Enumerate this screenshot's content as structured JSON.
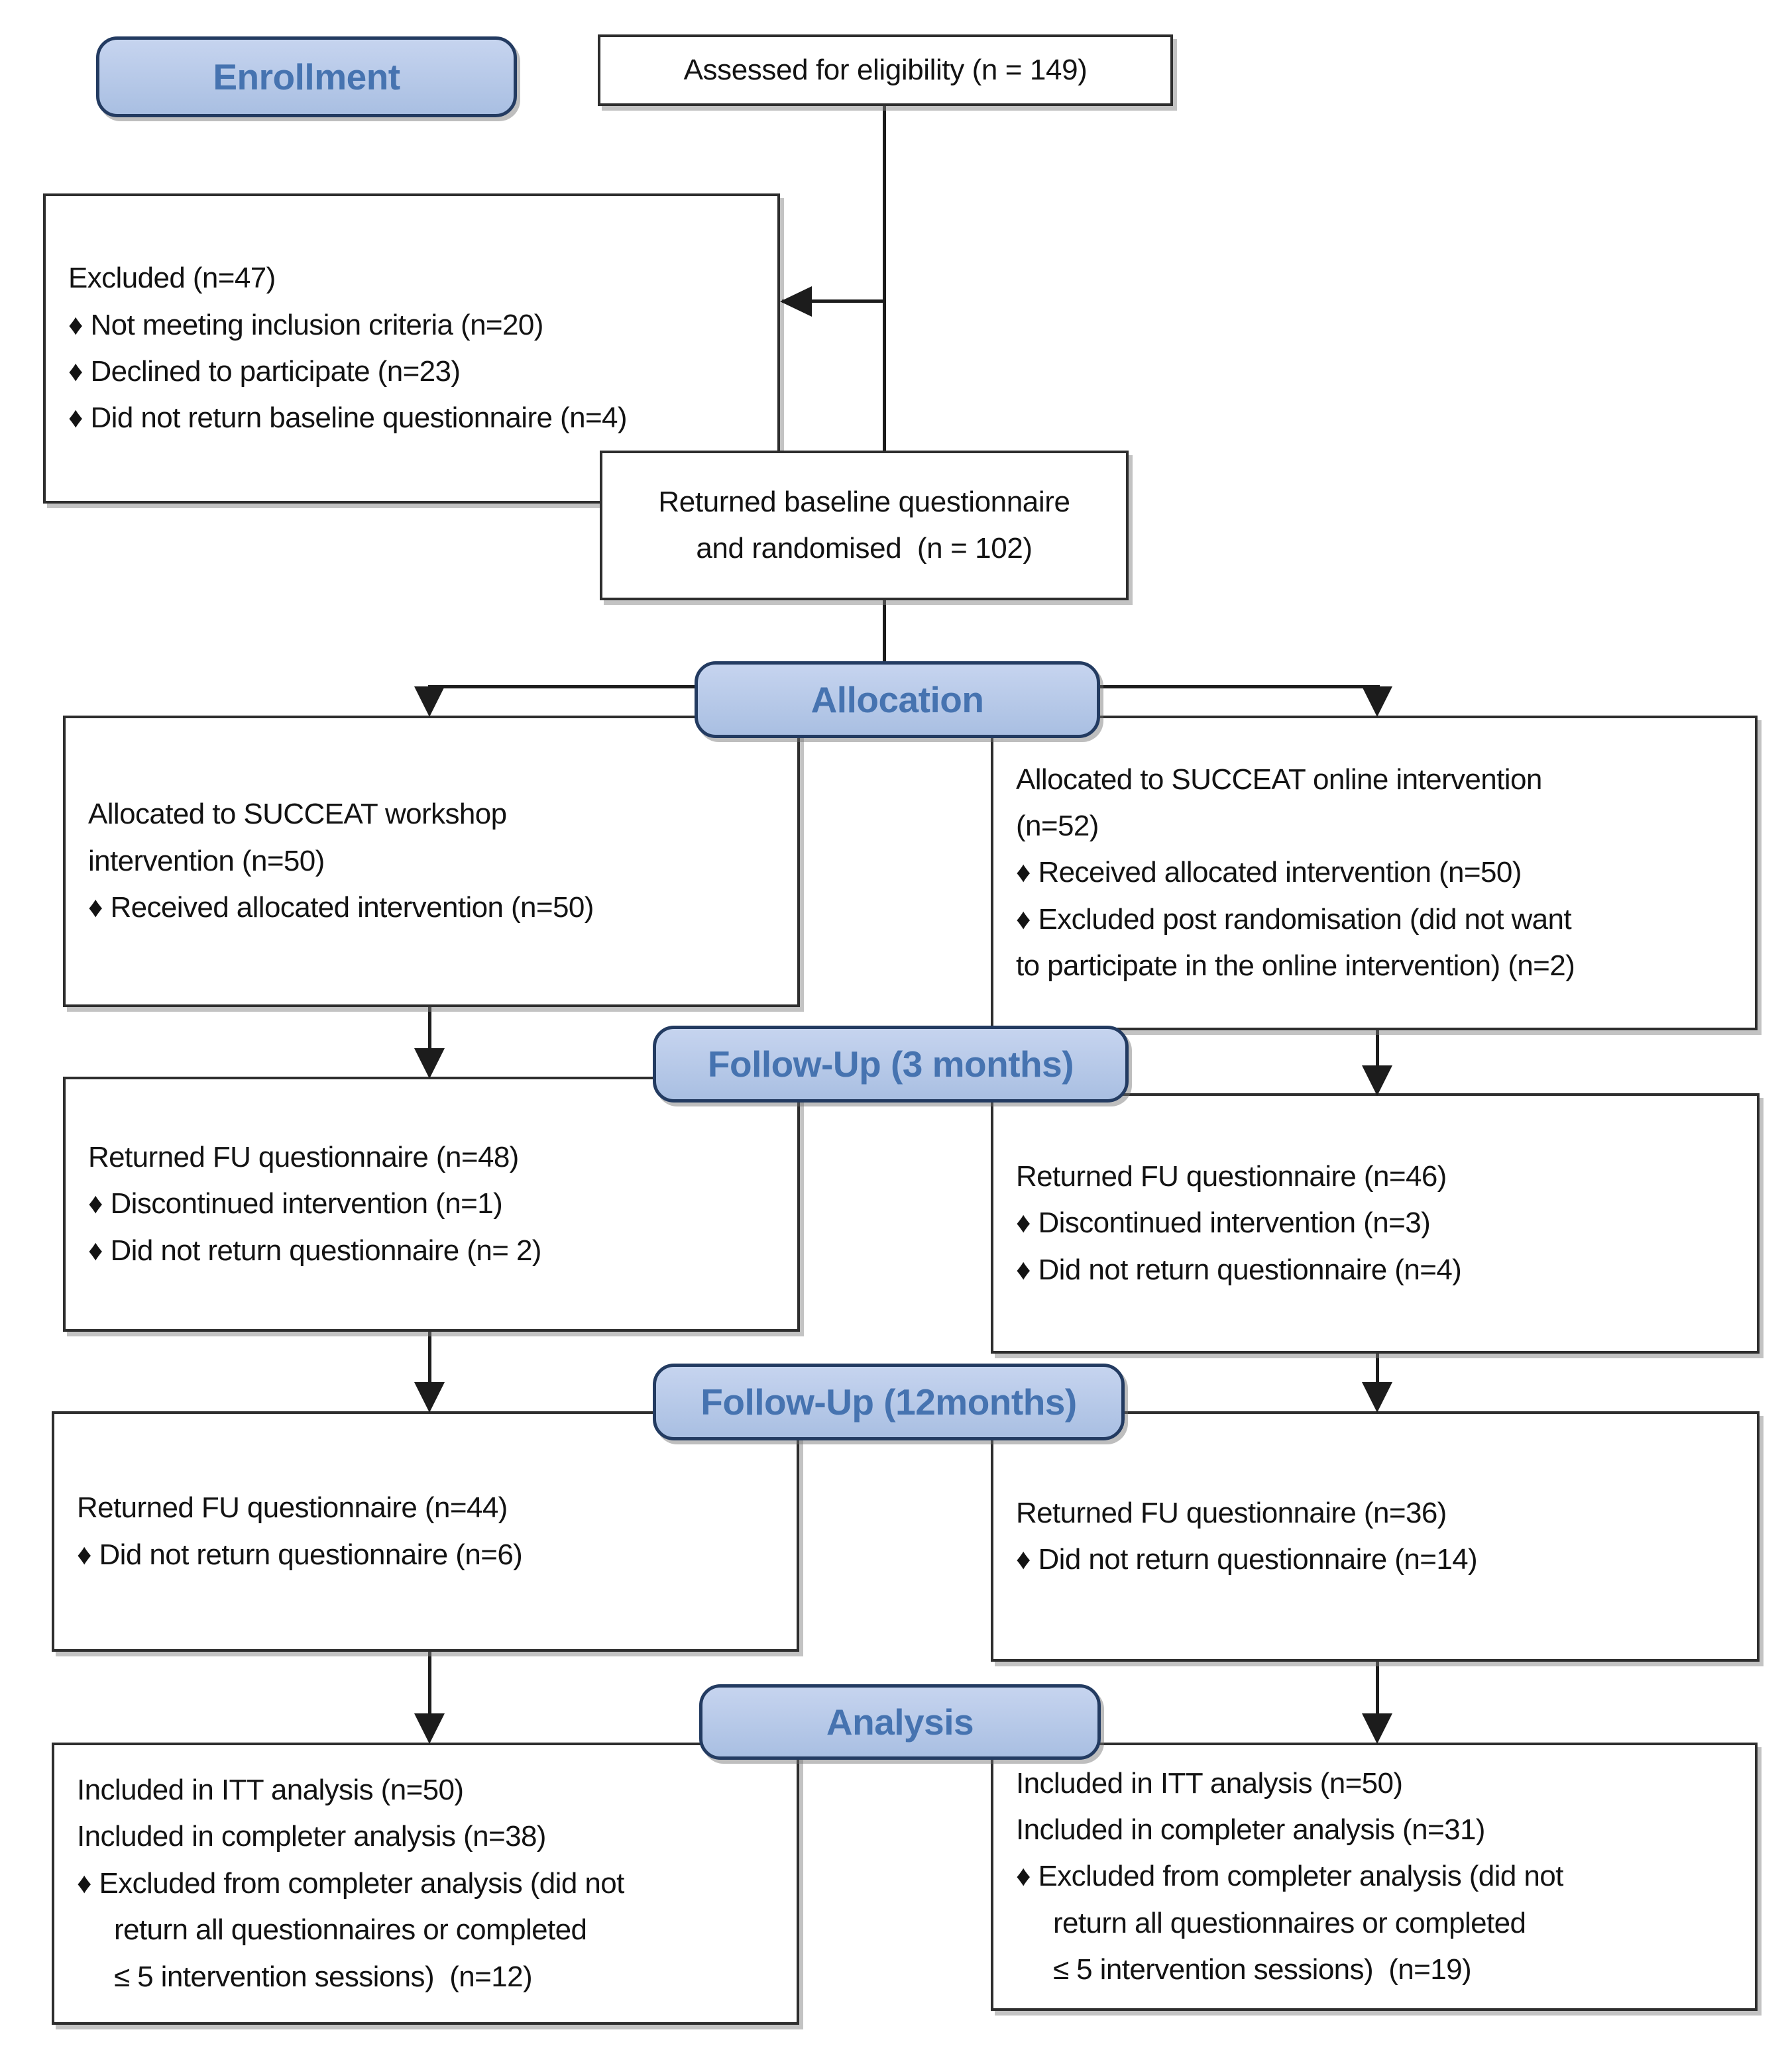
{
  "colors": {
    "pill_fill_top": "#c6d4ef",
    "pill_fill_bottom": "#a9bfe2",
    "pill_border": "#233b61",
    "pill_text": "#4673b0",
    "box_border": "#2e2e2e",
    "box_fill": "#ffffff",
    "line_color": "#1c1c1c",
    "text_color": "#131313"
  },
  "pills": {
    "enrollment": "Enrollment",
    "allocation": "Allocation",
    "followup3": "Follow-Up (3 months)",
    "followup12": "Follow-Up (12months)",
    "analysis": "Analysis"
  },
  "boxes": {
    "assessed": {
      "lines": [
        "Assessed for eligibility (n = 149)"
      ]
    },
    "excluded": {
      "lines": [
        "Excluded (n=47)",
        "♦ Not meeting inclusion criteria (n=20)",
        "♦ Declined to participate (n=23)",
        "♦ Did not return baseline questionnaire (n=4)"
      ]
    },
    "randomised": {
      "lines": [
        "Returned baseline questionnaire",
        "and randomised  (n = 102)"
      ]
    },
    "alloc_left": {
      "lines": [
        "Allocated to SUCCEAT workshop",
        "intervention (n=50)",
        "♦ Received allocated intervention (n=50)"
      ]
    },
    "alloc_right": {
      "lines": [
        "Allocated to SUCCEAT online intervention",
        "(n=52)",
        "♦ Received allocated intervention (n=50)",
        "♦ Excluded post randomisation (did not want",
        "to participate in the online intervention) (n=2)"
      ]
    },
    "fu3_left": {
      "lines": [
        "Returned FU questionnaire (n=48)",
        "♦ Discontinued intervention (n=1)",
        "♦ Did not return questionnaire (n= 2)"
      ]
    },
    "fu3_right": {
      "lines": [
        "Returned FU questionnaire (n=46)",
        "♦ Discontinued intervention (n=3)",
        "♦ Did not return questionnaire (n=4)"
      ]
    },
    "fu12_left": {
      "lines": [
        "Returned FU questionnaire (n=44)",
        "♦ Did not return questionnaire (n=6)"
      ]
    },
    "fu12_right": {
      "lines": [
        "Returned FU questionnaire (n=36)",
        "♦ Did not return questionnaire (n=14)"
      ]
    },
    "analysis_left": {
      "lines": [
        "Included in ITT analysis (n=50)",
        "Included in completer analysis (n=38)",
        "♦ Excluded from completer analysis (did not",
        "return all questionnaires or completed",
        "≤ 5 intervention sessions)  (n=12)"
      ]
    },
    "analysis_right": {
      "lines": [
        "Included in ITT analysis (n=50)",
        "Included in completer analysis (n=31)",
        "♦ Excluded from completer analysis (did not",
        "return all questionnaires or completed",
        "≤ 5 intervention sessions)  (n=19)"
      ]
    }
  }
}
